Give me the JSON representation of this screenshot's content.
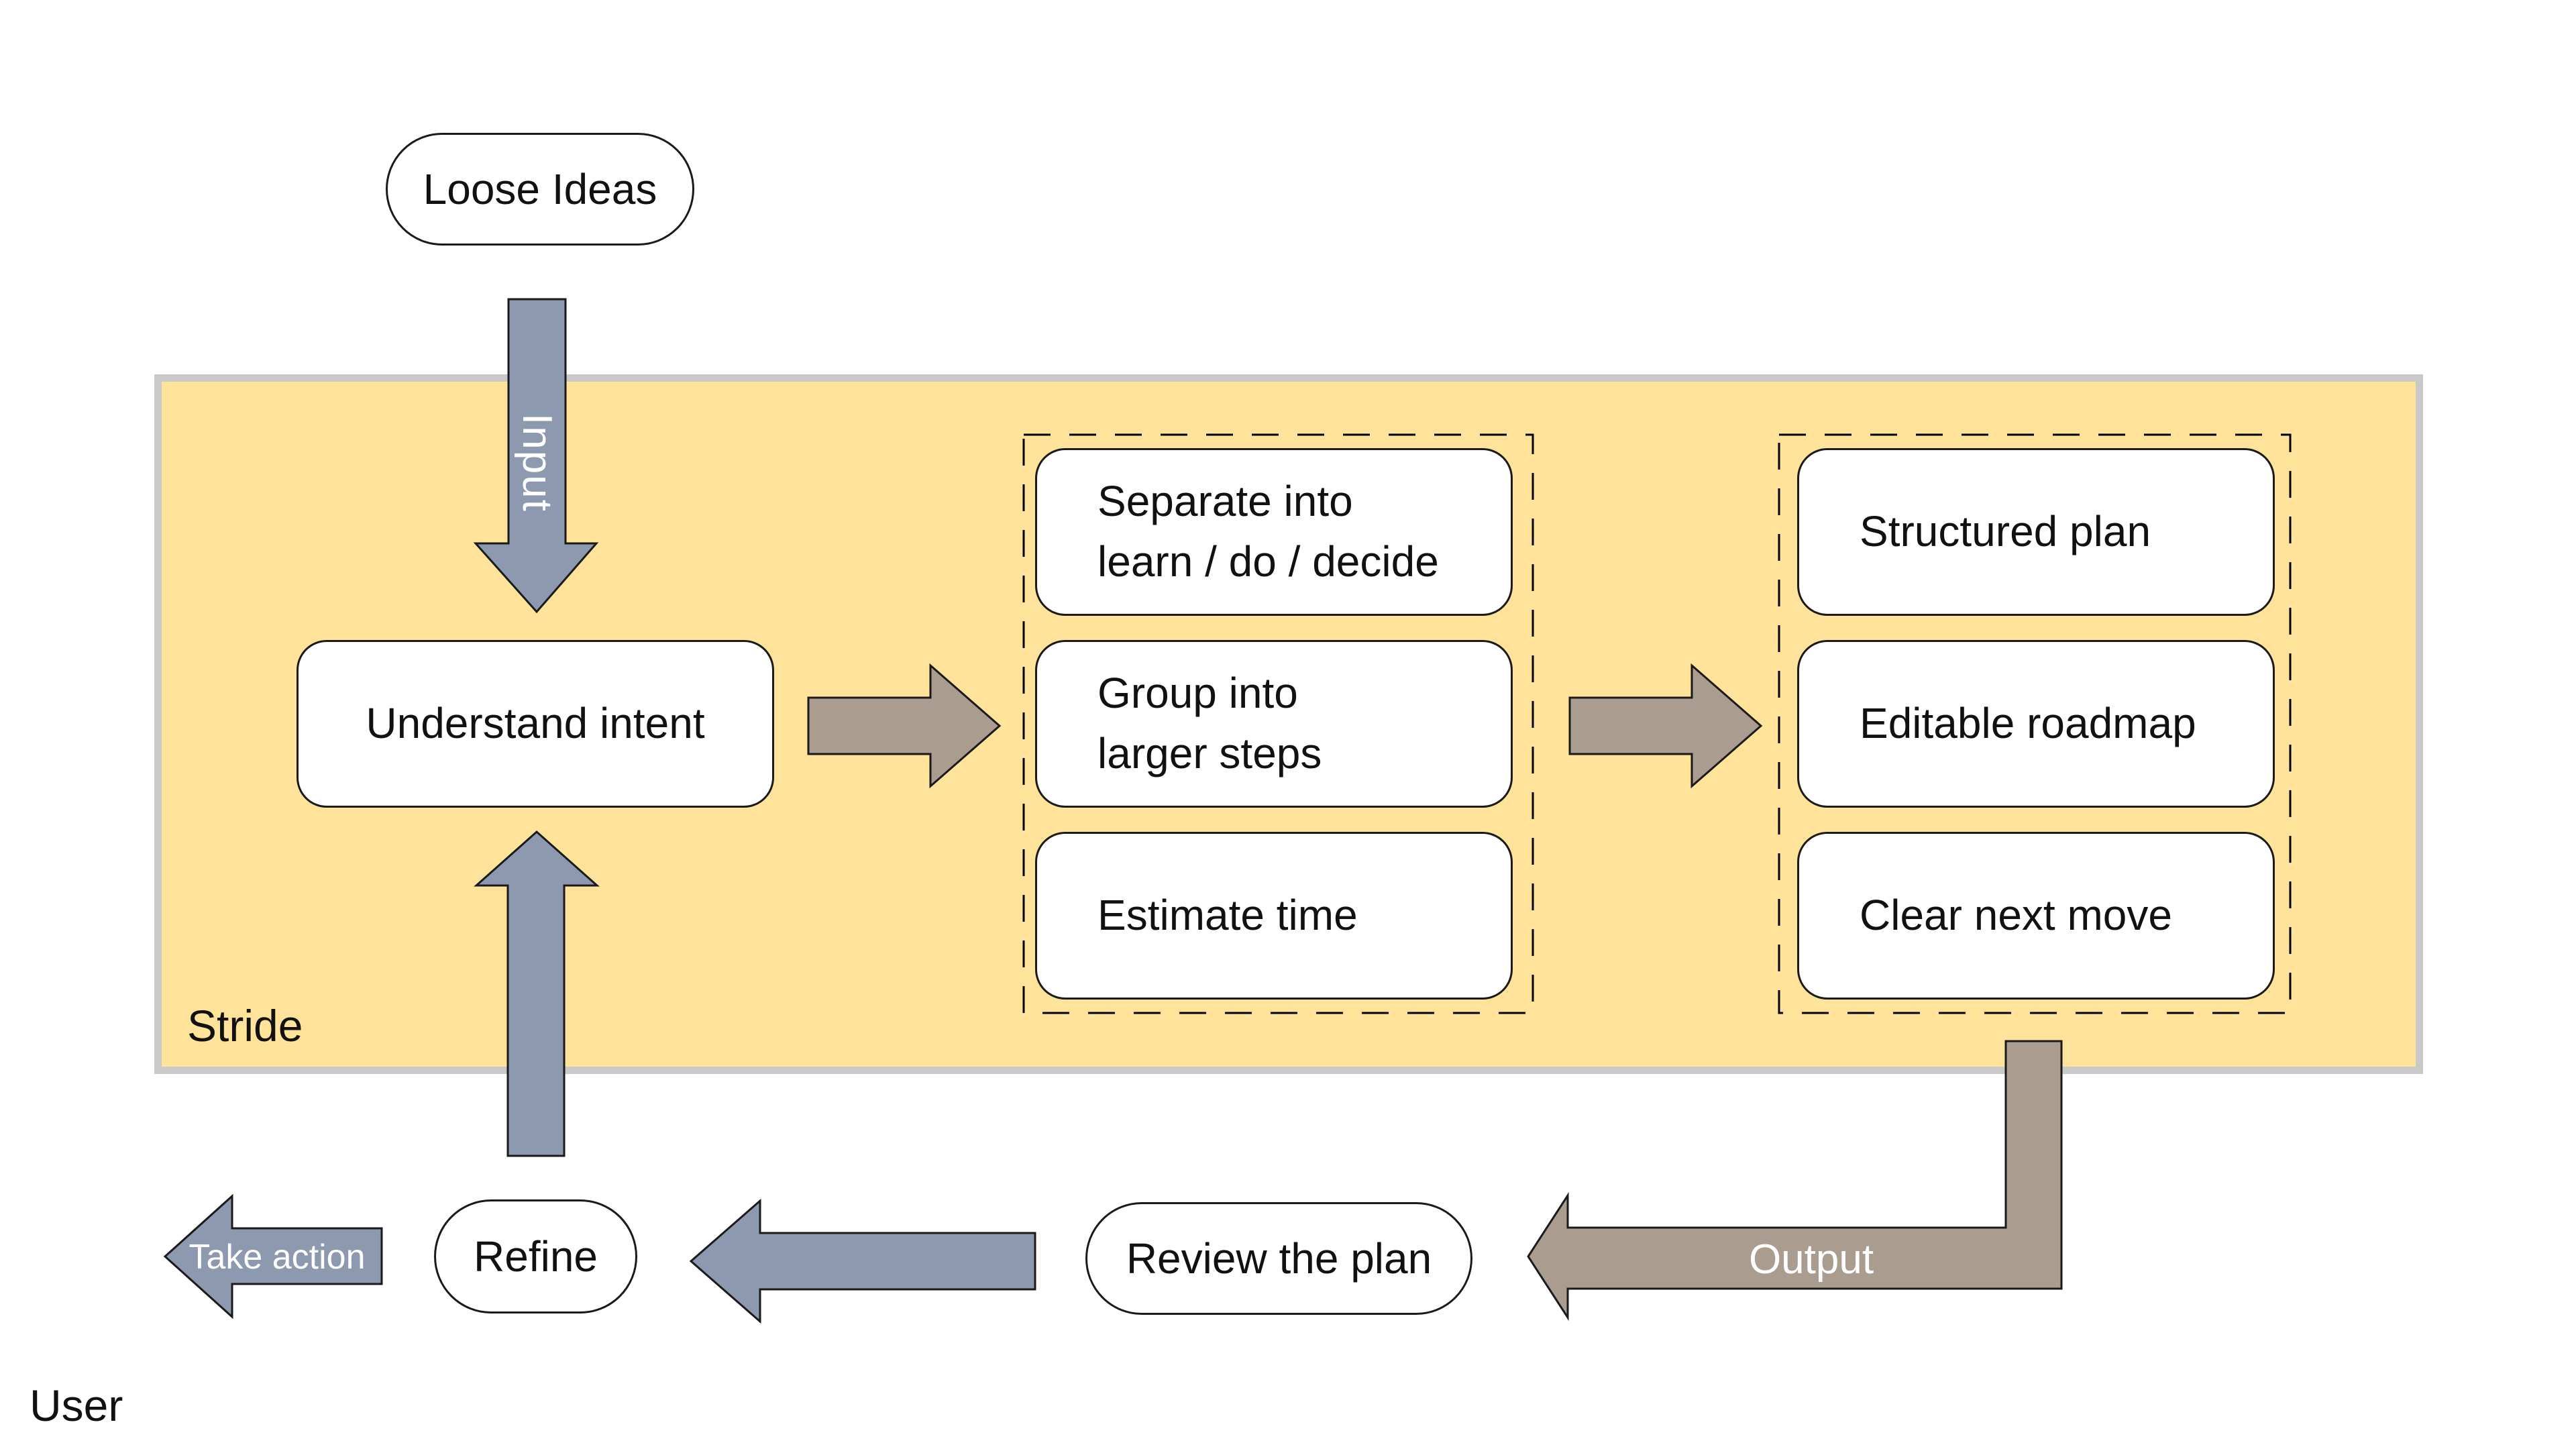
{
  "stride_panel": {
    "label": "Stride",
    "fill": "#FFE39B",
    "border": "#C9C9C9"
  },
  "user_label": "User",
  "nodes": {
    "loose_ideas": "Loose Ideas",
    "understand_intent": "Understand intent",
    "separate_line1": "Separate into",
    "separate_line2": "learn / do / decide",
    "group_line1": "Group into",
    "group_line2": "larger steps",
    "estimate_time": "Estimate time",
    "structured_plan": "Structured plan",
    "editable_roadmap": "Editable roadmap",
    "clear_next_move": "Clear next move",
    "review_the_plan": "Review the plan",
    "refine": "Refine"
  },
  "arrows": {
    "input_label": "Input",
    "output_label": "Output",
    "take_action_label": "Take action",
    "blue_fill": "#8C99AE",
    "tan_fill": "#AA9D90",
    "outline": "#1A1A1A"
  }
}
